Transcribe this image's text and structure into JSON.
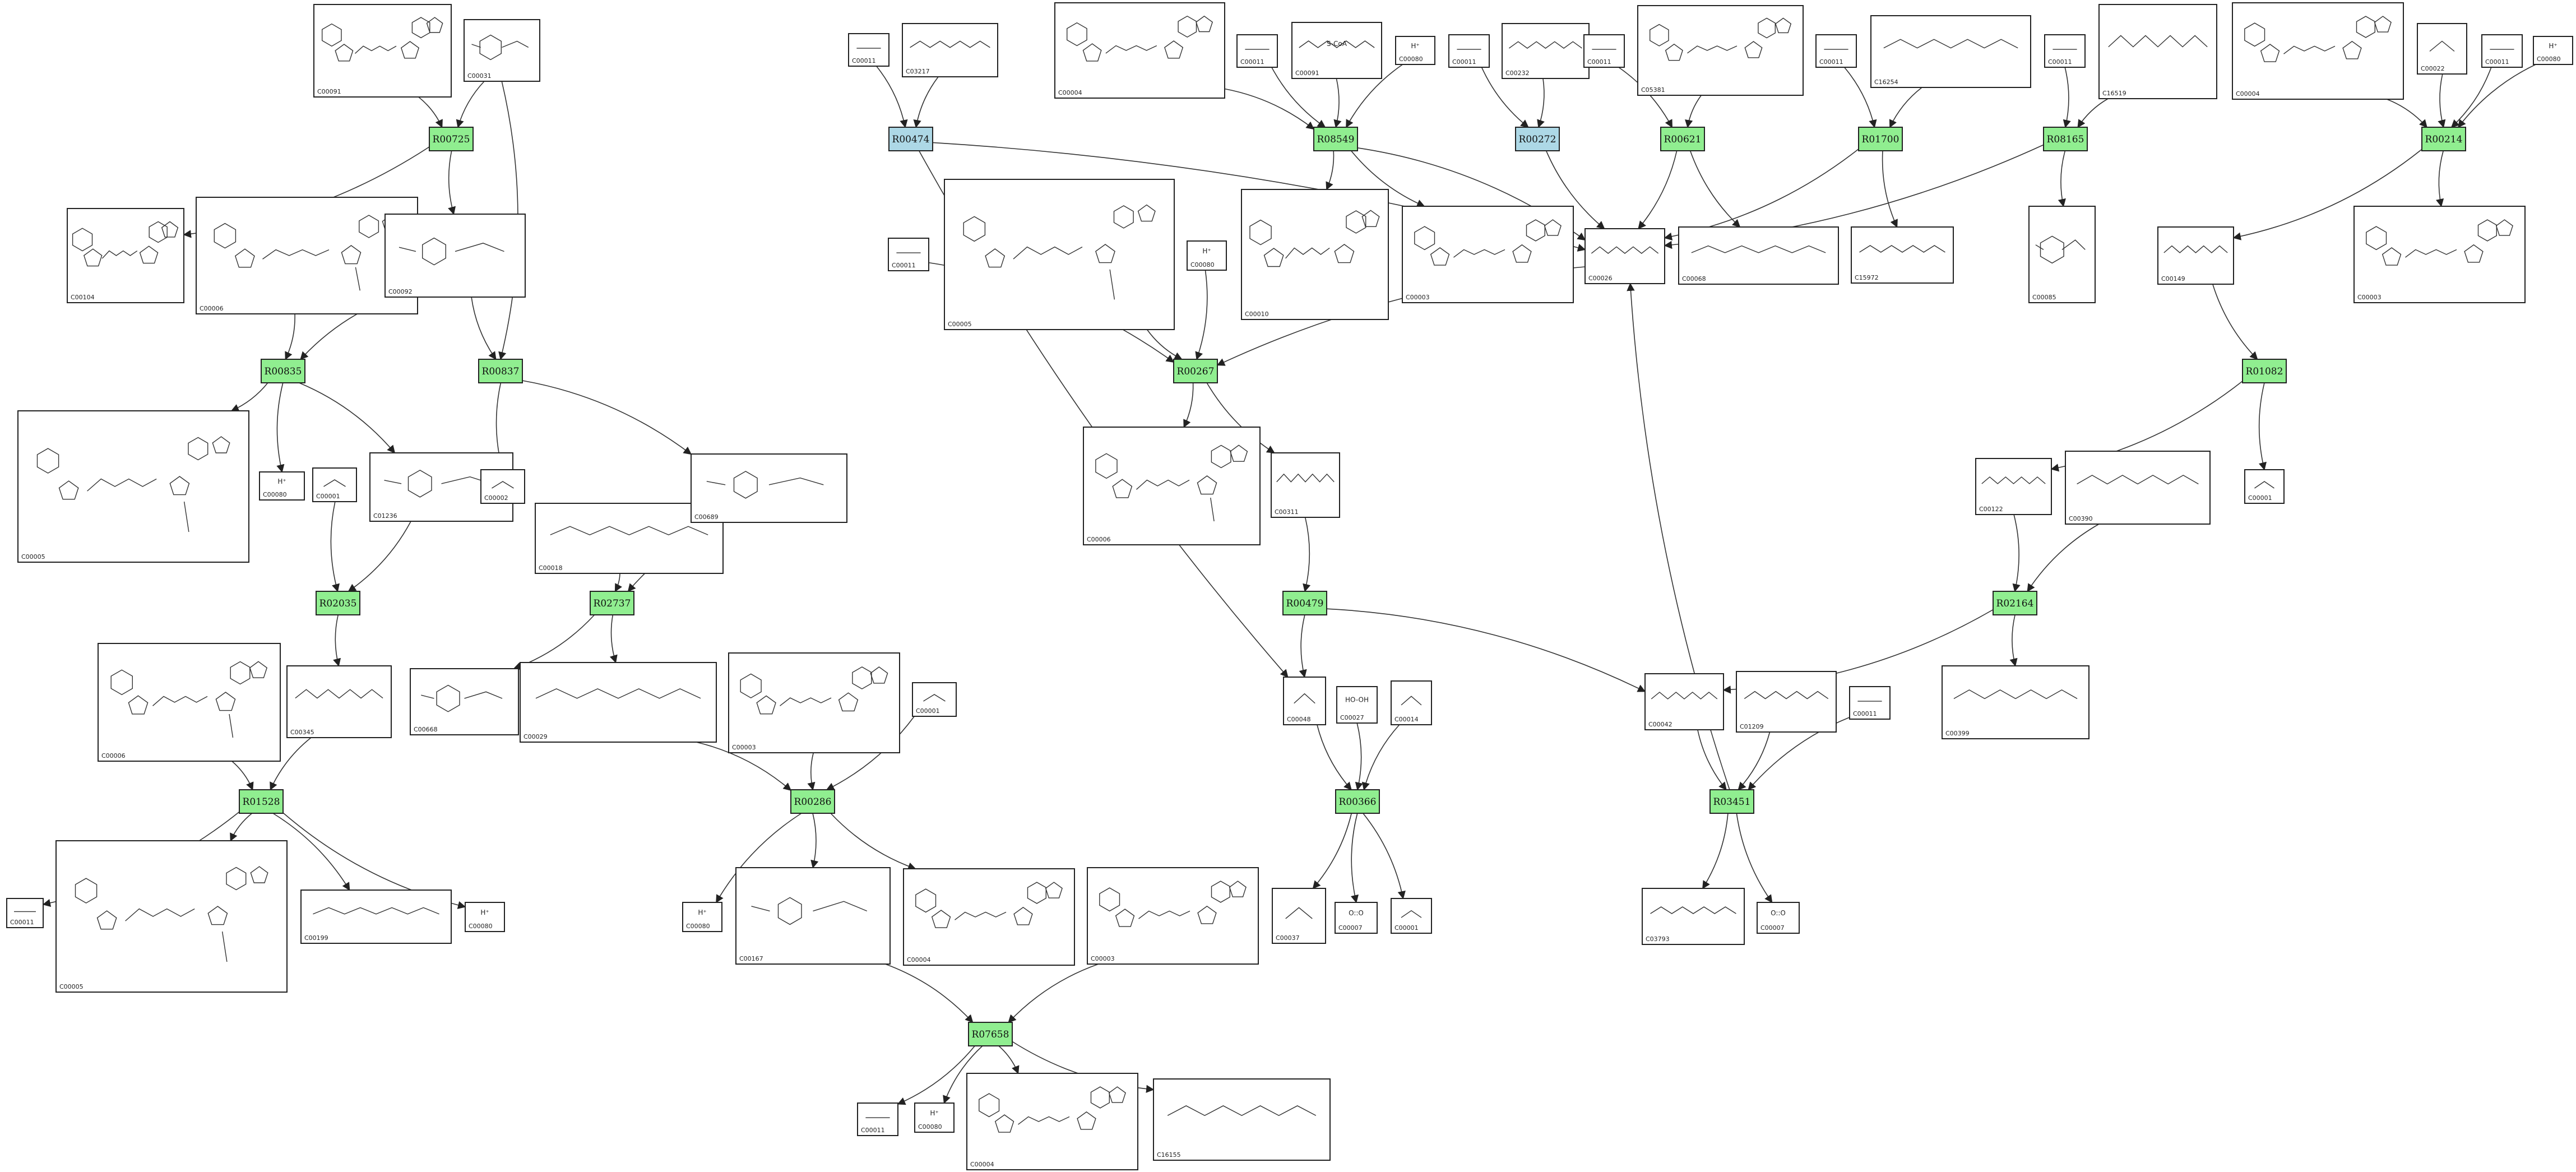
{
  "colors": {
    "reaction_green": "#90EE90",
    "reaction_blue": "#ADD8E6",
    "edge": "#333333"
  },
  "reactions": [
    {
      "id": "R00725",
      "color": "green"
    },
    {
      "id": "R00835",
      "color": "green"
    },
    {
      "id": "R00837",
      "color": "green"
    },
    {
      "id": "R02035",
      "color": "green"
    },
    {
      "id": "R02737",
      "color": "green"
    },
    {
      "id": "R01528",
      "color": "green"
    },
    {
      "id": "R00286",
      "color": "green"
    },
    {
      "id": "R00474",
      "color": "blue"
    },
    {
      "id": "R08549",
      "color": "green"
    },
    {
      "id": "R00272",
      "color": "blue"
    },
    {
      "id": "R00621",
      "color": "green"
    },
    {
      "id": "R01700",
      "color": "green"
    },
    {
      "id": "R08165",
      "color": "green"
    },
    {
      "id": "R00214",
      "color": "green"
    },
    {
      "id": "R00267",
      "color": "green"
    },
    {
      "id": "R00479",
      "color": "green"
    },
    {
      "id": "R00366",
      "color": "green"
    },
    {
      "id": "R03451",
      "color": "green"
    },
    {
      "id": "R01082",
      "color": "green"
    },
    {
      "id": "R02164",
      "color": "green"
    },
    {
      "id": "R07658",
      "color": "green"
    }
  ],
  "compounds": [
    {
      "key": "c00091_top",
      "label": "C00091",
      "text": ""
    },
    {
      "key": "c00031",
      "label": "C00031",
      "text": ""
    },
    {
      "key": "c00104",
      "label": "C00104",
      "text": ""
    },
    {
      "key": "c00006_a",
      "label": "C00006",
      "text": ""
    },
    {
      "key": "c00092",
      "label": "C00092",
      "text": ""
    },
    {
      "key": "c00005_a",
      "label": "C00005",
      "text": ""
    },
    {
      "key": "c00080_a",
      "label": "C00080",
      "text": "H⁺"
    },
    {
      "key": "c00001_a",
      "label": "C00001",
      "text": ""
    },
    {
      "key": "c01236",
      "label": "C01236",
      "text": ""
    },
    {
      "key": "c00002_a",
      "label": "C00002",
      "text": ""
    },
    {
      "key": "c00018",
      "label": "C00018",
      "text": ""
    },
    {
      "key": "c00689",
      "label": "C00689",
      "text": ""
    },
    {
      "key": "c00006_b",
      "label": "C00006",
      "text": ""
    },
    {
      "key": "c00345",
      "label": "C00345",
      "text": ""
    },
    {
      "key": "c00668",
      "label": "C00668",
      "text": ""
    },
    {
      "key": "c00029",
      "label": "C00029",
      "text": ""
    },
    {
      "key": "c00003_a",
      "label": "C00003",
      "text": ""
    },
    {
      "key": "c00001_b",
      "label": "C00001",
      "text": ""
    },
    {
      "key": "c00011_a",
      "label": "C00011",
      "text": ""
    },
    {
      "key": "c00005_b",
      "label": "C00005",
      "text": ""
    },
    {
      "key": "c00199",
      "label": "C00199",
      "text": ""
    },
    {
      "key": "c00080_b",
      "label": "C00080",
      "text": "H⁺"
    },
    {
      "key": "c00080_c",
      "label": "C00080",
      "text": "H⁺"
    },
    {
      "key": "c00167",
      "label": "C00167",
      "text": ""
    },
    {
      "key": "c00004_a",
      "label": "C00004",
      "text": ""
    },
    {
      "key": "c00003_b",
      "label": "C00003",
      "text": ""
    },
    {
      "key": "c00011_b",
      "label": "C00011",
      "text": ""
    },
    {
      "key": "c03217",
      "label": "C03217",
      "text": ""
    },
    {
      "key": "c00004_top",
      "label": "C00004",
      "text": ""
    },
    {
      "key": "c00011_c",
      "label": "C00011",
      "text": ""
    },
    {
      "key": "c00091_b",
      "label": "C00091",
      "text": "S-CoA"
    },
    {
      "key": "c00080_d",
      "label": "C00080",
      "text": "H⁺"
    },
    {
      "key": "c00011_d",
      "label": "C00011",
      "text": ""
    },
    {
      "key": "c00232",
      "label": "C00232",
      "text": ""
    },
    {
      "key": "c00011_e",
      "label": "C00011",
      "text": ""
    },
    {
      "key": "c05381",
      "label": "C05381",
      "text": ""
    },
    {
      "key": "c00011_f",
      "label": "C00011",
      "text": ""
    },
    {
      "key": "c16254",
      "label": "C16254",
      "text": ""
    },
    {
      "key": "c00011_g",
      "label": "C00011",
      "text": ""
    },
    {
      "key": "c16519",
      "label": "C16519",
      "text": ""
    },
    {
      "key": "c00004_b",
      "label": "C00004",
      "text": ""
    },
    {
      "key": "c00022",
      "label": "C00022",
      "text": ""
    },
    {
      "key": "c00011_h",
      "label": "C00011",
      "text": ""
    },
    {
      "key": "c00080_e",
      "label": "C00080",
      "text": "H⁺"
    },
    {
      "key": "c00011_i",
      "label": "C00011",
      "text": ""
    },
    {
      "key": "c00005_c",
      "label": "C00005",
      "text": ""
    },
    {
      "key": "c00080_f",
      "label": "C00080",
      "text": "H⁺"
    },
    {
      "key": "c00010",
      "label": "C00010",
      "text": ""
    },
    {
      "key": "c00003_c",
      "label": "C00003",
      "text": ""
    },
    {
      "key": "c00026",
      "label": "C00026",
      "text": ""
    },
    {
      "key": "c00068",
      "label": "C00068",
      "text": ""
    },
    {
      "key": "c15972",
      "label": "C15972",
      "text": ""
    },
    {
      "key": "c00085",
      "label": "C00085",
      "text": ""
    },
    {
      "key": "c00149",
      "label": "C00149",
      "text": ""
    },
    {
      "key": "c00003_d",
      "label": "C00003",
      "text": ""
    },
    {
      "key": "c00006_c",
      "label": "C00006",
      "text": ""
    },
    {
      "key": "c00311",
      "label": "C00311",
      "text": ""
    },
    {
      "key": "c00048",
      "label": "C00048",
      "text": ""
    },
    {
      "key": "c00027",
      "label": "C00027",
      "text": "HO-OH"
    },
    {
      "key": "c00014",
      "label": "C00014",
      "text": ""
    },
    {
      "key": "c00037",
      "label": "C00037",
      "text": ""
    },
    {
      "key": "c00007_a",
      "label": "C00007",
      "text": "O::O"
    },
    {
      "key": "c00001_c",
      "label": "C00001",
      "text": ""
    },
    {
      "key": "c00042",
      "label": "C00042",
      "text": ""
    },
    {
      "key": "c01209",
      "label": "C01209",
      "text": ""
    },
    {
      "key": "c00011_j",
      "label": "C00011",
      "text": ""
    },
    {
      "key": "c03793",
      "label": "C03793",
      "text": ""
    },
    {
      "key": "c00007_b",
      "label": "C00007",
      "text": "O::O"
    },
    {
      "key": "c00122",
      "label": "C00122",
      "text": ""
    },
    {
      "key": "c00390",
      "label": "C00390",
      "text": ""
    },
    {
      "key": "c00001_d",
      "label": "C00001",
      "text": ""
    },
    {
      "key": "c00399",
      "label": "C00399",
      "text": ""
    },
    {
      "key": "c00011_k",
      "label": "C00011",
      "text": ""
    },
    {
      "key": "c00080_g",
      "label": "C00080",
      "text": "H⁺"
    },
    {
      "key": "c00004_c",
      "label": "C00004",
      "text": ""
    },
    {
      "key": "c16155",
      "label": "C16155",
      "text": ""
    }
  ]
}
